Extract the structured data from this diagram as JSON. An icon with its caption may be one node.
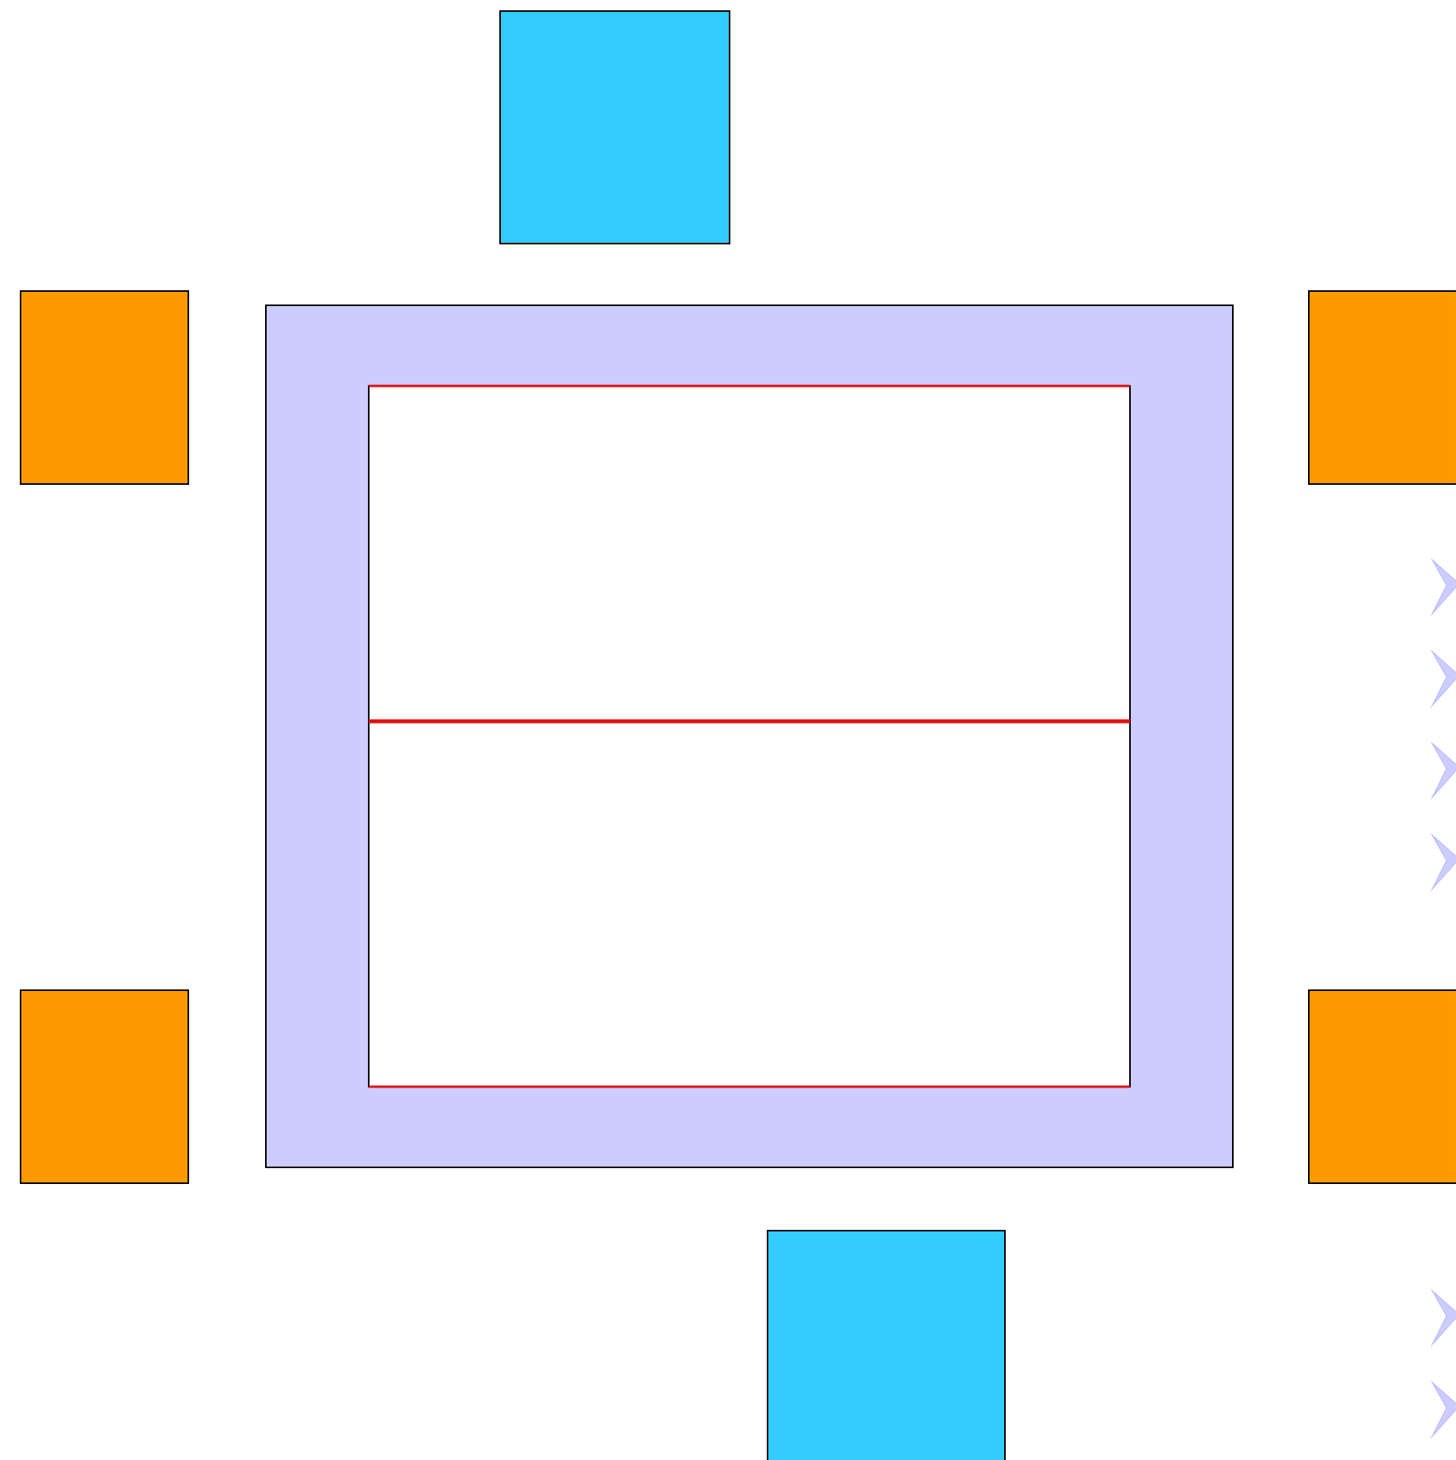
{
  "diagram": {
    "nodes": [
      {
        "text": [],
        "shape": "box"
      },
      {
        "text": [],
        "shape": "box"
      },
      {
        "text": [],
        "shape": "box"
      },
      {
        "text": [],
        "shape": "box",
        "in": 2
      },
      {
        "text": [],
        "shape": "box"
      },
      {
        "text": [],
        "shape": "box"
      },
      {
        "text": [],
        "shape": "box"
      },
      {
        "text": [],
        "shape": "box"
      }
    ]
  }
}
